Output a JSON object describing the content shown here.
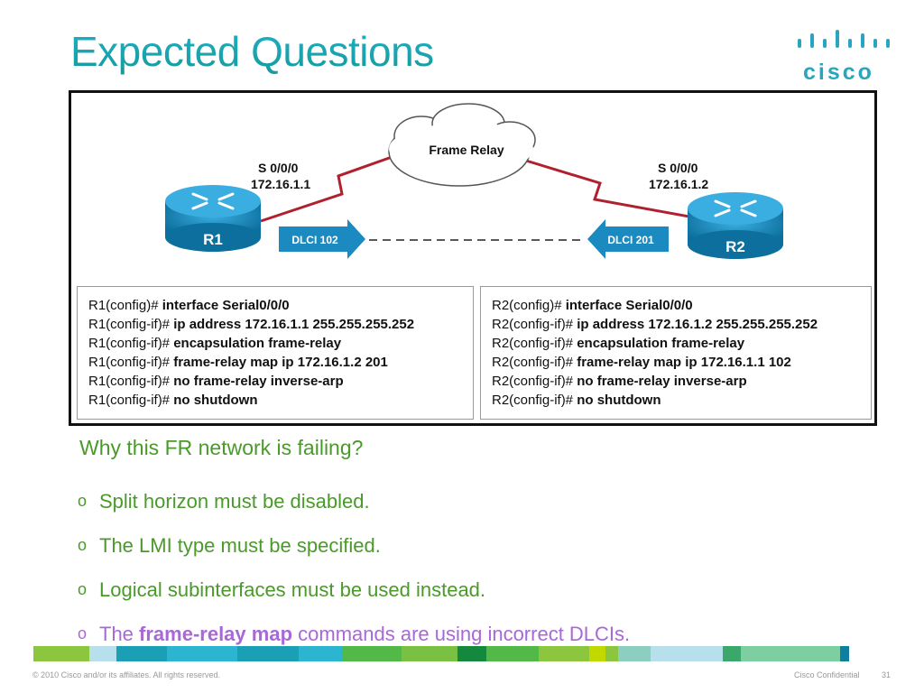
{
  "title": "Expected Questions",
  "logo": {
    "text": "cisco",
    "icon": "cisco-bridge-logo",
    "color": "#2aa5c0"
  },
  "diagram": {
    "cloud_label": "Frame Relay",
    "r1": {
      "label": "R1",
      "interface": "S 0/0/0",
      "ip": "172.16.1.1",
      "dlci": "DLCI 102"
    },
    "r2": {
      "label": "R2",
      "interface": "S 0/0/0",
      "ip": "172.16.1.2",
      "dlci": "DLCI 201"
    },
    "r1_config": [
      {
        "prompt": "R1(config)# ",
        "cmd": "interface Serial0/0/0"
      },
      {
        "prompt": "R1(config-if)# ",
        "cmd": "ip address 172.16.1.1 255.255.255.252"
      },
      {
        "prompt": "R1(config-if)# ",
        "cmd": "encapsulation frame-relay"
      },
      {
        "prompt": "R1(config-if)# ",
        "cmd": "frame-relay map ip 172.16.1.2 201"
      },
      {
        "prompt": "R1(config-if)# ",
        "cmd": "no frame-relay inverse-arp"
      },
      {
        "prompt": "R1(config-if)# ",
        "cmd": "no shutdown"
      }
    ],
    "r2_config": [
      {
        "prompt": "R2(config)# ",
        "cmd": "interface Serial0/0/0"
      },
      {
        "prompt": "R2(config-if)# ",
        "cmd": "ip address 172.16.1.2 255.255.255.252"
      },
      {
        "prompt": "R2(config-if)# ",
        "cmd": "encapsulation frame-relay"
      },
      {
        "prompt": "R2(config-if)# ",
        "cmd": "frame-relay map ip 172.16.1.1 102"
      },
      {
        "prompt": "R2(config-if)# ",
        "cmd": "no frame-relay inverse-arp"
      },
      {
        "prompt": "R2(config-if)# ",
        "cmd": "no shutdown"
      }
    ]
  },
  "question": "Why this FR network is failing?",
  "options": [
    {
      "text": "Split horizon must be disabled."
    },
    {
      "text": "The LMI type must be specified."
    },
    {
      "text": "Logical subinterfaces must be used instead."
    },
    {
      "pre": "The ",
      "emph": "frame-relay map",
      "post": " commands are using incorrect DLCIs."
    }
  ],
  "bullet_mark": "o",
  "footer": {
    "copyright": "© 2010 Cisco and/or its affiliates. All rights reserved.",
    "confidential": "Cisco Confidential",
    "page": "31"
  },
  "colors": {
    "title": "#1aa3c0",
    "text": "#4a9a2a",
    "selected_answer": "#a868d6",
    "router": "#1a86b8"
  }
}
